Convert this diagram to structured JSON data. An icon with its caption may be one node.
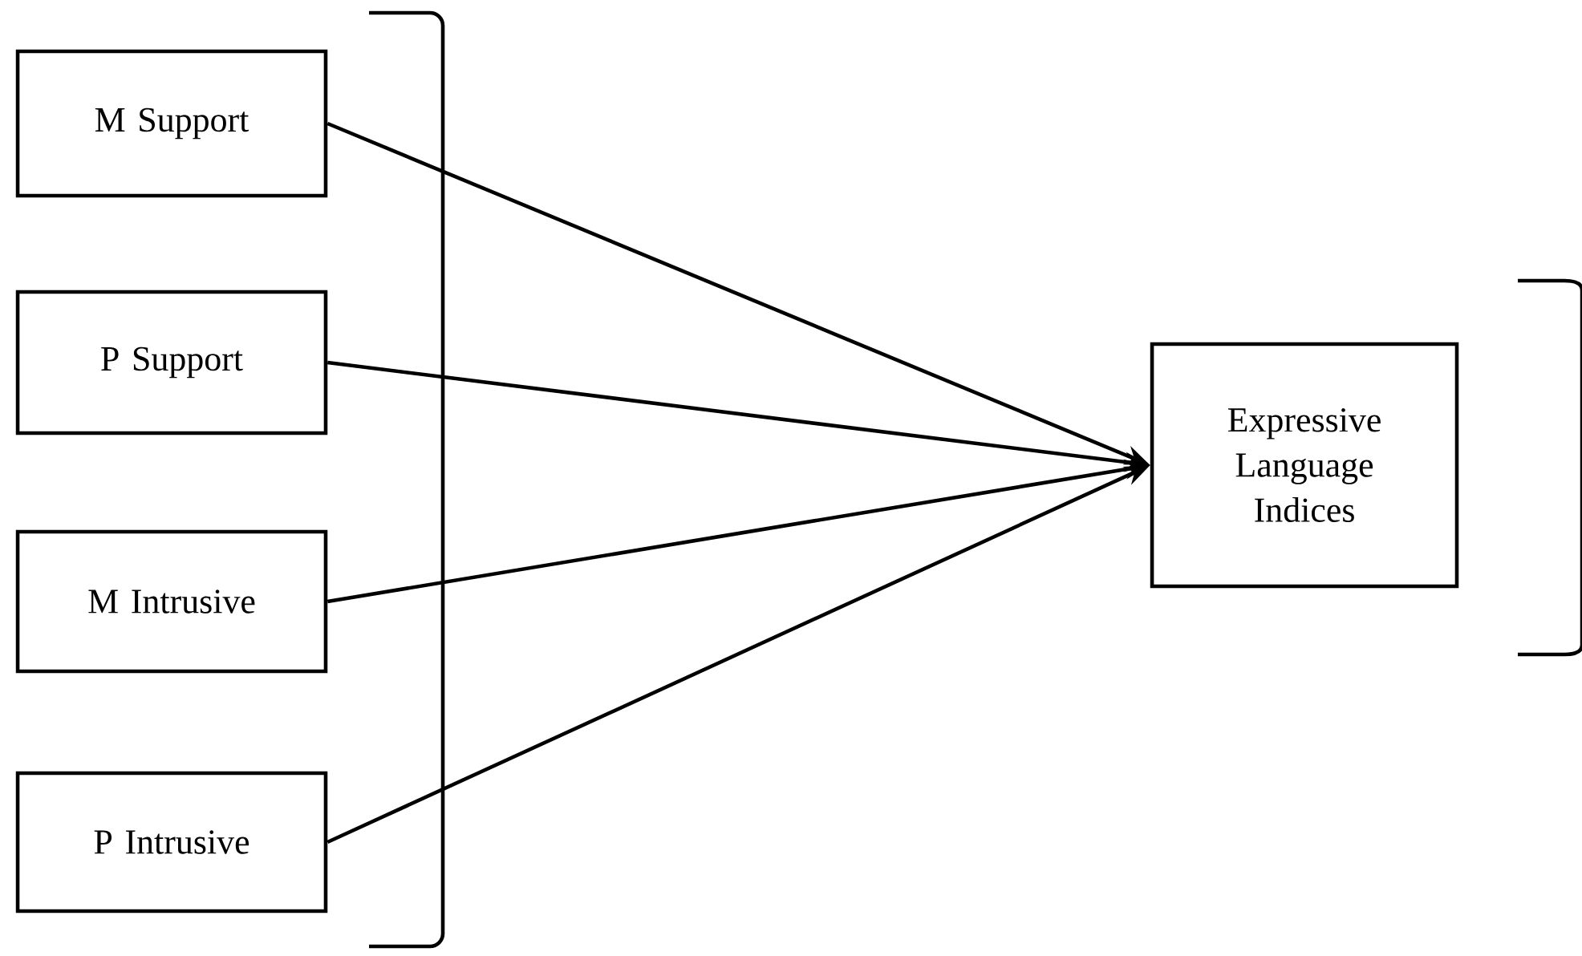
{
  "diagram": {
    "nodes": [
      {
        "text": [
          "M Support"
        ]
      },
      {
        "text": [
          "P Support"
        ]
      },
      {
        "text": [
          "M Intrusive"
        ]
      },
      {
        "text": [
          "P Intrusive"
        ]
      },
      {
        "text": [
          "Expressive Language Indices"
        ]
      }
    ],
    "edges": [
      {
        "from": 0,
        "to": 4,
        "arrow": "to"
      },
      {
        "from": 1,
        "to": 4,
        "arrow": "to"
      },
      {
        "from": 2,
        "to": 4,
        "arrow": "to"
      },
      {
        "from": 3,
        "to": 4,
        "arrow": "to"
      }
    ]
  }
}
